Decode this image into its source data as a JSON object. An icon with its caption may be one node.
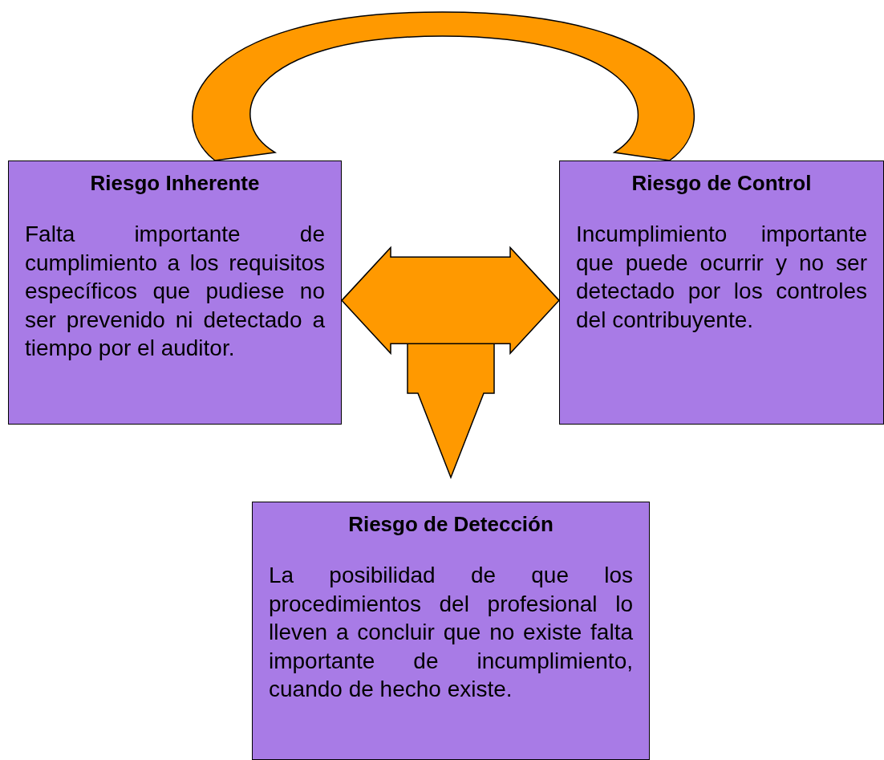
{
  "diagram": {
    "nodes": [
      {
        "text": [
          "Riesgo Inherente",
          "Falta importante de cumplimiento a los requisitos específicos que pudiese no ser prevenido ni detectado a tiempo por el auditor."
        ]
      },
      {
        "text": [
          "Riesgo de Control",
          "Incumplimiento importante que puede ocurrir y no ser detectado por los controles del contribuyente."
        ]
      },
      {
        "text": [
          "Riesgo de Detección",
          "La posibilidad de que los procedimientos del profesional lo lleven a concluir que no existe falta importante de incumplimiento, cuando de hecho existe."
        ]
      }
    ],
    "edges": [
      {
        "from": 0,
        "to": 1,
        "arrow": "none"
      },
      {
        "from": 0,
        "to": 1,
        "arrow": "both"
      },
      {
        "from": null,
        "to": 2,
        "arrow": "to"
      }
    ]
  }
}
